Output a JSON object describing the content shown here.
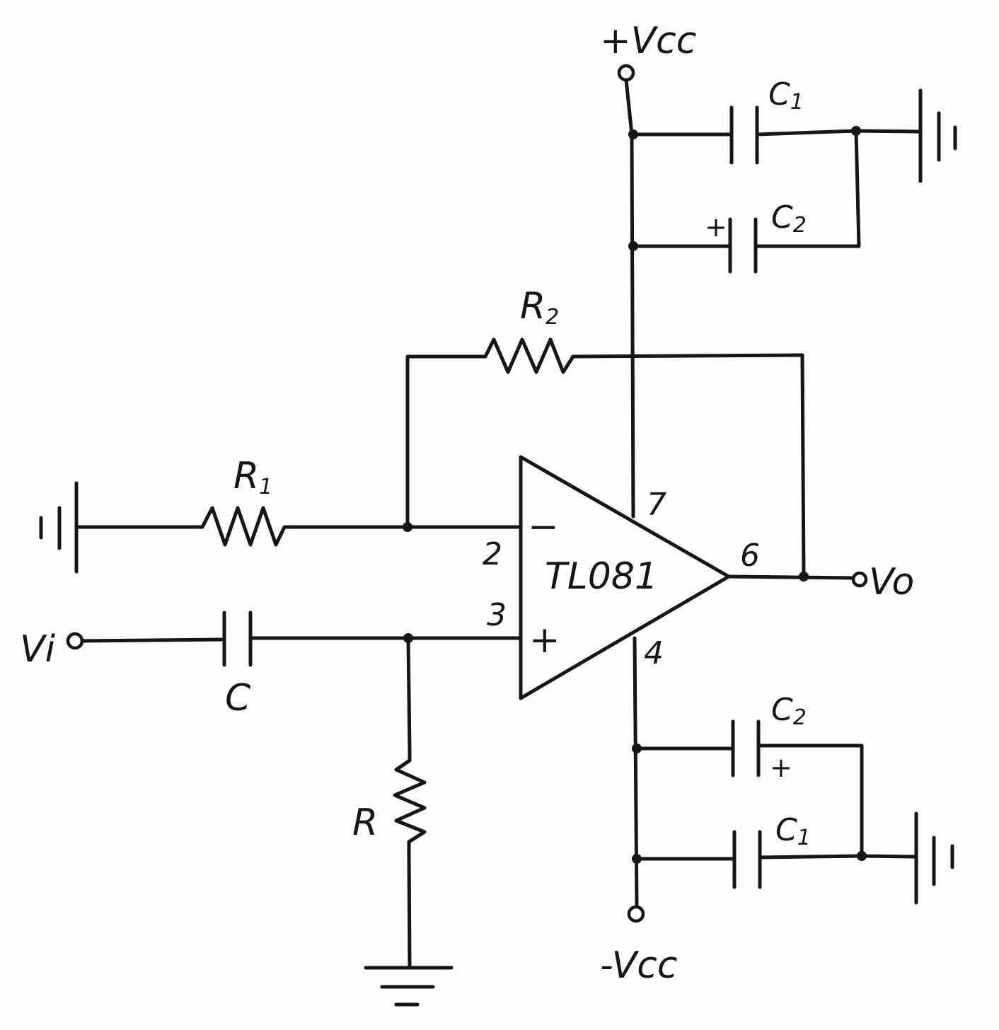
{
  "supplies": {
    "positive": "+Vcc",
    "negative": "-Vcc"
  },
  "ports": {
    "input": "Vi",
    "output": "Vo"
  },
  "opamp": {
    "part": "TL081",
    "inverting_sign": "−",
    "noninverting_sign": "+",
    "pins": {
      "inverting": "2",
      "noninverting": "3",
      "v_plus": "7",
      "v_minus": "4",
      "output": "6"
    }
  },
  "components": {
    "r1": {
      "base": "R",
      "sub": "1"
    },
    "r2": {
      "base": "R",
      "sub": "2"
    },
    "r": "R",
    "c": "C",
    "c1_top": {
      "base": "C",
      "sub": "1"
    },
    "c2_top": {
      "base": "C",
      "sub": "2",
      "polarity": "+"
    },
    "c2_bottom": {
      "base": "C",
      "sub": "2",
      "polarity": "+"
    },
    "c1_bottom": {
      "base": "C",
      "sub": "1"
    }
  }
}
